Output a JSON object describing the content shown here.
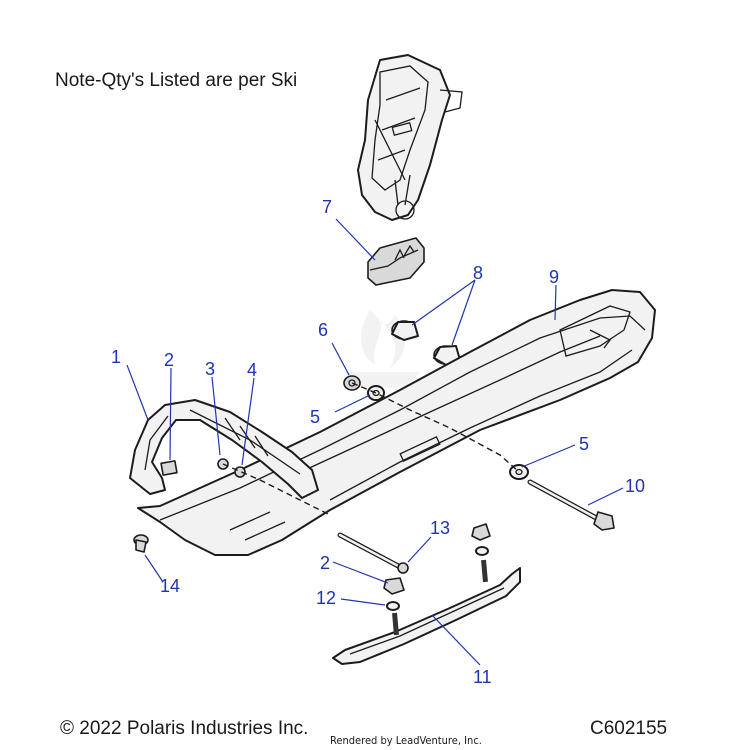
{
  "note": "Note-Qty's Listed are per Ski",
  "copyright": "© 2022 Polaris Industries Inc.",
  "rendered_by": "Rendered by LeadVenture, Inc.",
  "diagram_code": "C602155",
  "callouts": [
    {
      "id": "c1",
      "label": "1"
    },
    {
      "id": "c2a",
      "label": "2"
    },
    {
      "id": "c3",
      "label": "3"
    },
    {
      "id": "c4",
      "label": "4"
    },
    {
      "id": "c5a",
      "label": "5"
    },
    {
      "id": "c5b",
      "label": "5"
    },
    {
      "id": "c6",
      "label": "6"
    },
    {
      "id": "c7",
      "label": "7"
    },
    {
      "id": "c8",
      "label": "8"
    },
    {
      "id": "c9",
      "label": "9"
    },
    {
      "id": "c10",
      "label": "10"
    },
    {
      "id": "c11",
      "label": "11"
    },
    {
      "id": "c12",
      "label": "12"
    },
    {
      "id": "c13",
      "label": "13"
    },
    {
      "id": "c2b",
      "label": "2"
    },
    {
      "id": "c14",
      "label": "14"
    }
  ],
  "colors": {
    "callout": "#1f35b0",
    "line": "#1c1c1c",
    "part_fill": "#f2f2f2"
  }
}
